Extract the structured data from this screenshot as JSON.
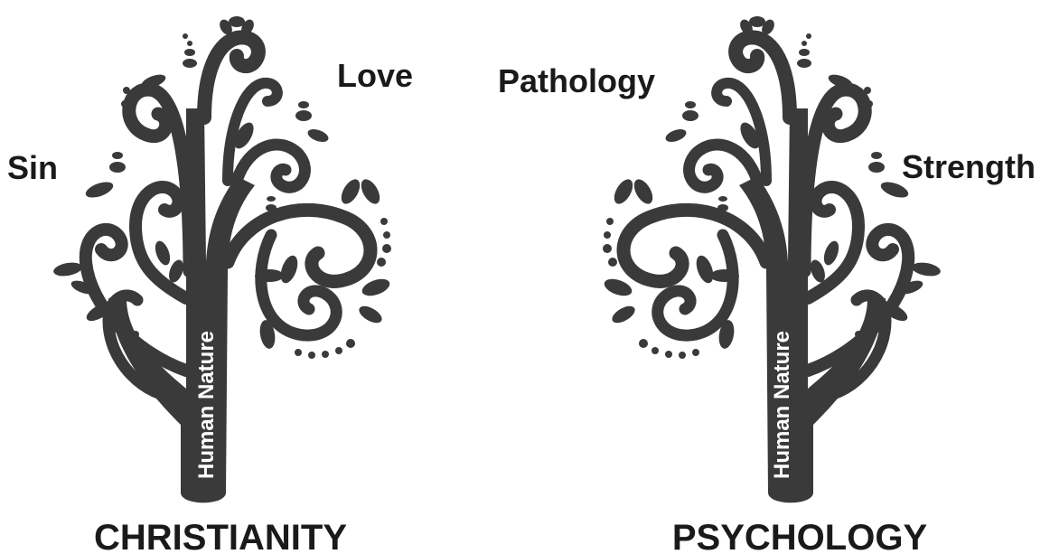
{
  "colors": {
    "tree": "#3a3a3a",
    "trunk_text": "#ffffff",
    "label_text": "#1a1a1a",
    "background": "#ffffff"
  },
  "trees": [
    {
      "title": "CHRISTIANITY",
      "trunk_label": "Human Nature",
      "branch_labels": [
        "Sin",
        "Love"
      ]
    },
    {
      "title": "PSYCHOLOGY",
      "trunk_label": "Human Nature",
      "branch_labels": [
        "Pathology",
        "Strength"
      ]
    }
  ]
}
